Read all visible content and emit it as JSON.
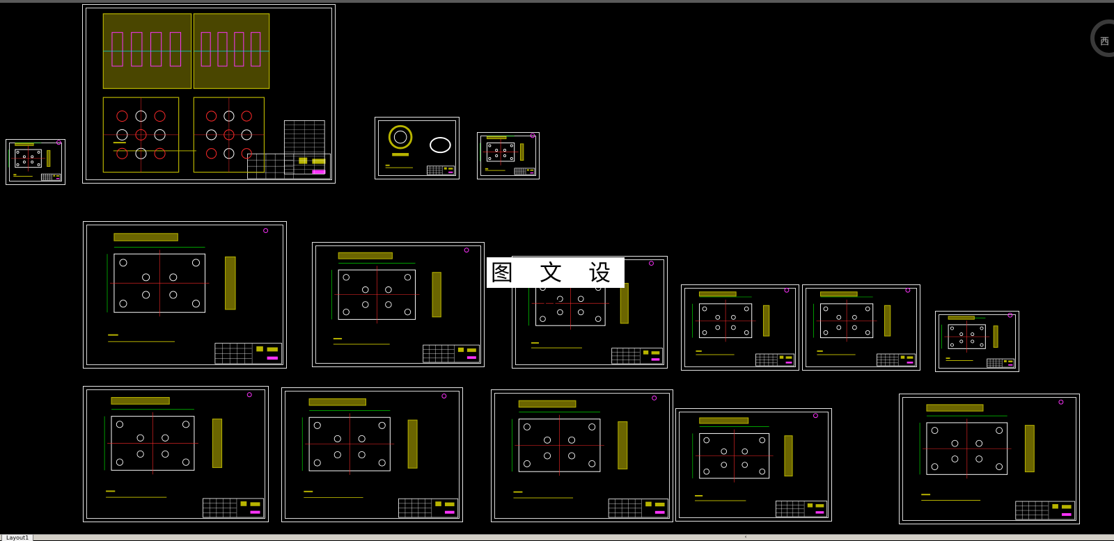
{
  "watermark": {
    "text": "图 文 设 计"
  },
  "viewcube": {
    "label": "西"
  },
  "statusbar": {
    "layout_tab": "Layout1"
  },
  "colors": {
    "background": "#000000",
    "sheet_border": "#e6e6e6",
    "part_yellow": "#b8b400",
    "line_green": "#00ff00",
    "line_cyan": "#00e5ff",
    "line_red": "#ff2a2a",
    "line_magenta": "#ff33ff",
    "line_white": "#ffffff"
  },
  "sheets": [
    {
      "name": "sheet-small-left",
      "kind": "part"
    },
    {
      "name": "sheet-assembly",
      "kind": "assembly"
    },
    {
      "name": "sheet-ring-part",
      "kind": "ring"
    },
    {
      "name": "sheet-small-part",
      "kind": "part"
    },
    {
      "name": "sheet-plate-1",
      "kind": "plate"
    },
    {
      "name": "sheet-plate-2",
      "kind": "plate"
    },
    {
      "name": "sheet-plate-3",
      "kind": "plate"
    },
    {
      "name": "sheet-plate-4",
      "kind": "plate"
    },
    {
      "name": "sheet-plate-5",
      "kind": "plate"
    },
    {
      "name": "sheet-small-right",
      "kind": "part"
    },
    {
      "name": "sheet-plate-6",
      "kind": "plate"
    },
    {
      "name": "sheet-plate-7",
      "kind": "plate"
    },
    {
      "name": "sheet-plate-8",
      "kind": "plate"
    },
    {
      "name": "sheet-plate-9",
      "kind": "plate"
    },
    {
      "name": "sheet-plate-10",
      "kind": "plate"
    }
  ]
}
